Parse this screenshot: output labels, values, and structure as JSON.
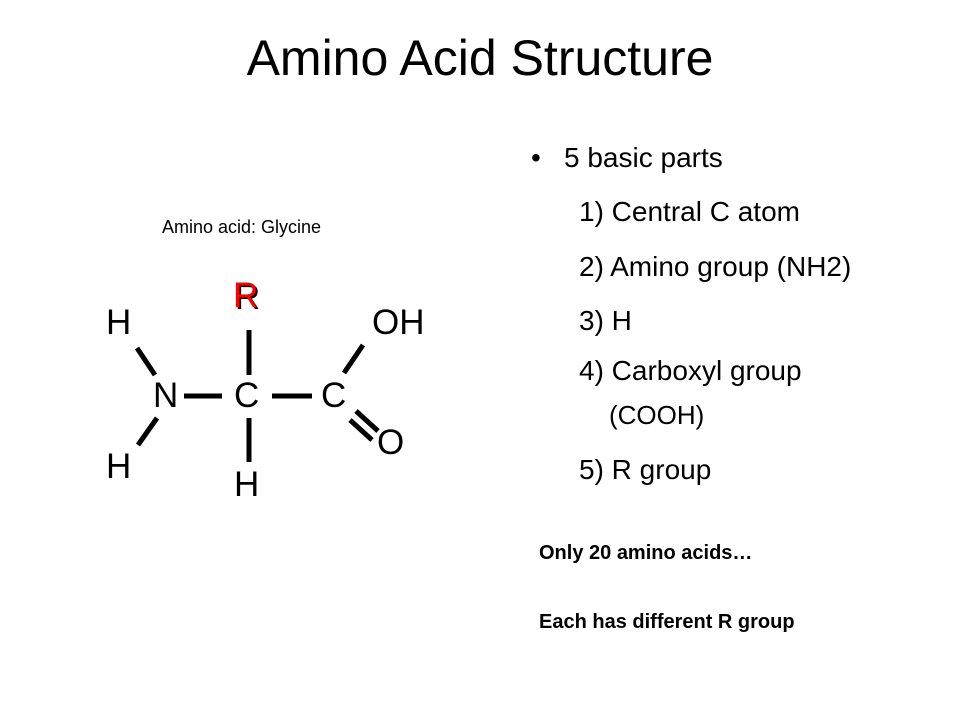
{
  "slide": {
    "title": "Amino Acid Structure"
  },
  "diagram": {
    "caption": "Amino acid: Glycine",
    "atoms": {
      "r_group": "R",
      "r_overlay": "R",
      "h_top_left": "H",
      "oh": "OH",
      "n": "N",
      "c_center": "C",
      "c_carboxyl": "C",
      "o": "O",
      "h_bottom_left": "H",
      "h_bottom": "H"
    },
    "colors": {
      "r_overlay": "#ff0000",
      "text": "#000000",
      "background": "#ffffff"
    }
  },
  "bullets": {
    "dot": "•",
    "main": "5 basic parts",
    "items": [
      "1) Central C atom",
      "2) Amino group (NH2)",
      "3) H",
      "4) Carboxyl group",
      "(COOH)",
      "5) R group"
    ]
  },
  "notes": {
    "line1": "Only 20 amino acids…",
    "line2": "Each has different R group"
  }
}
